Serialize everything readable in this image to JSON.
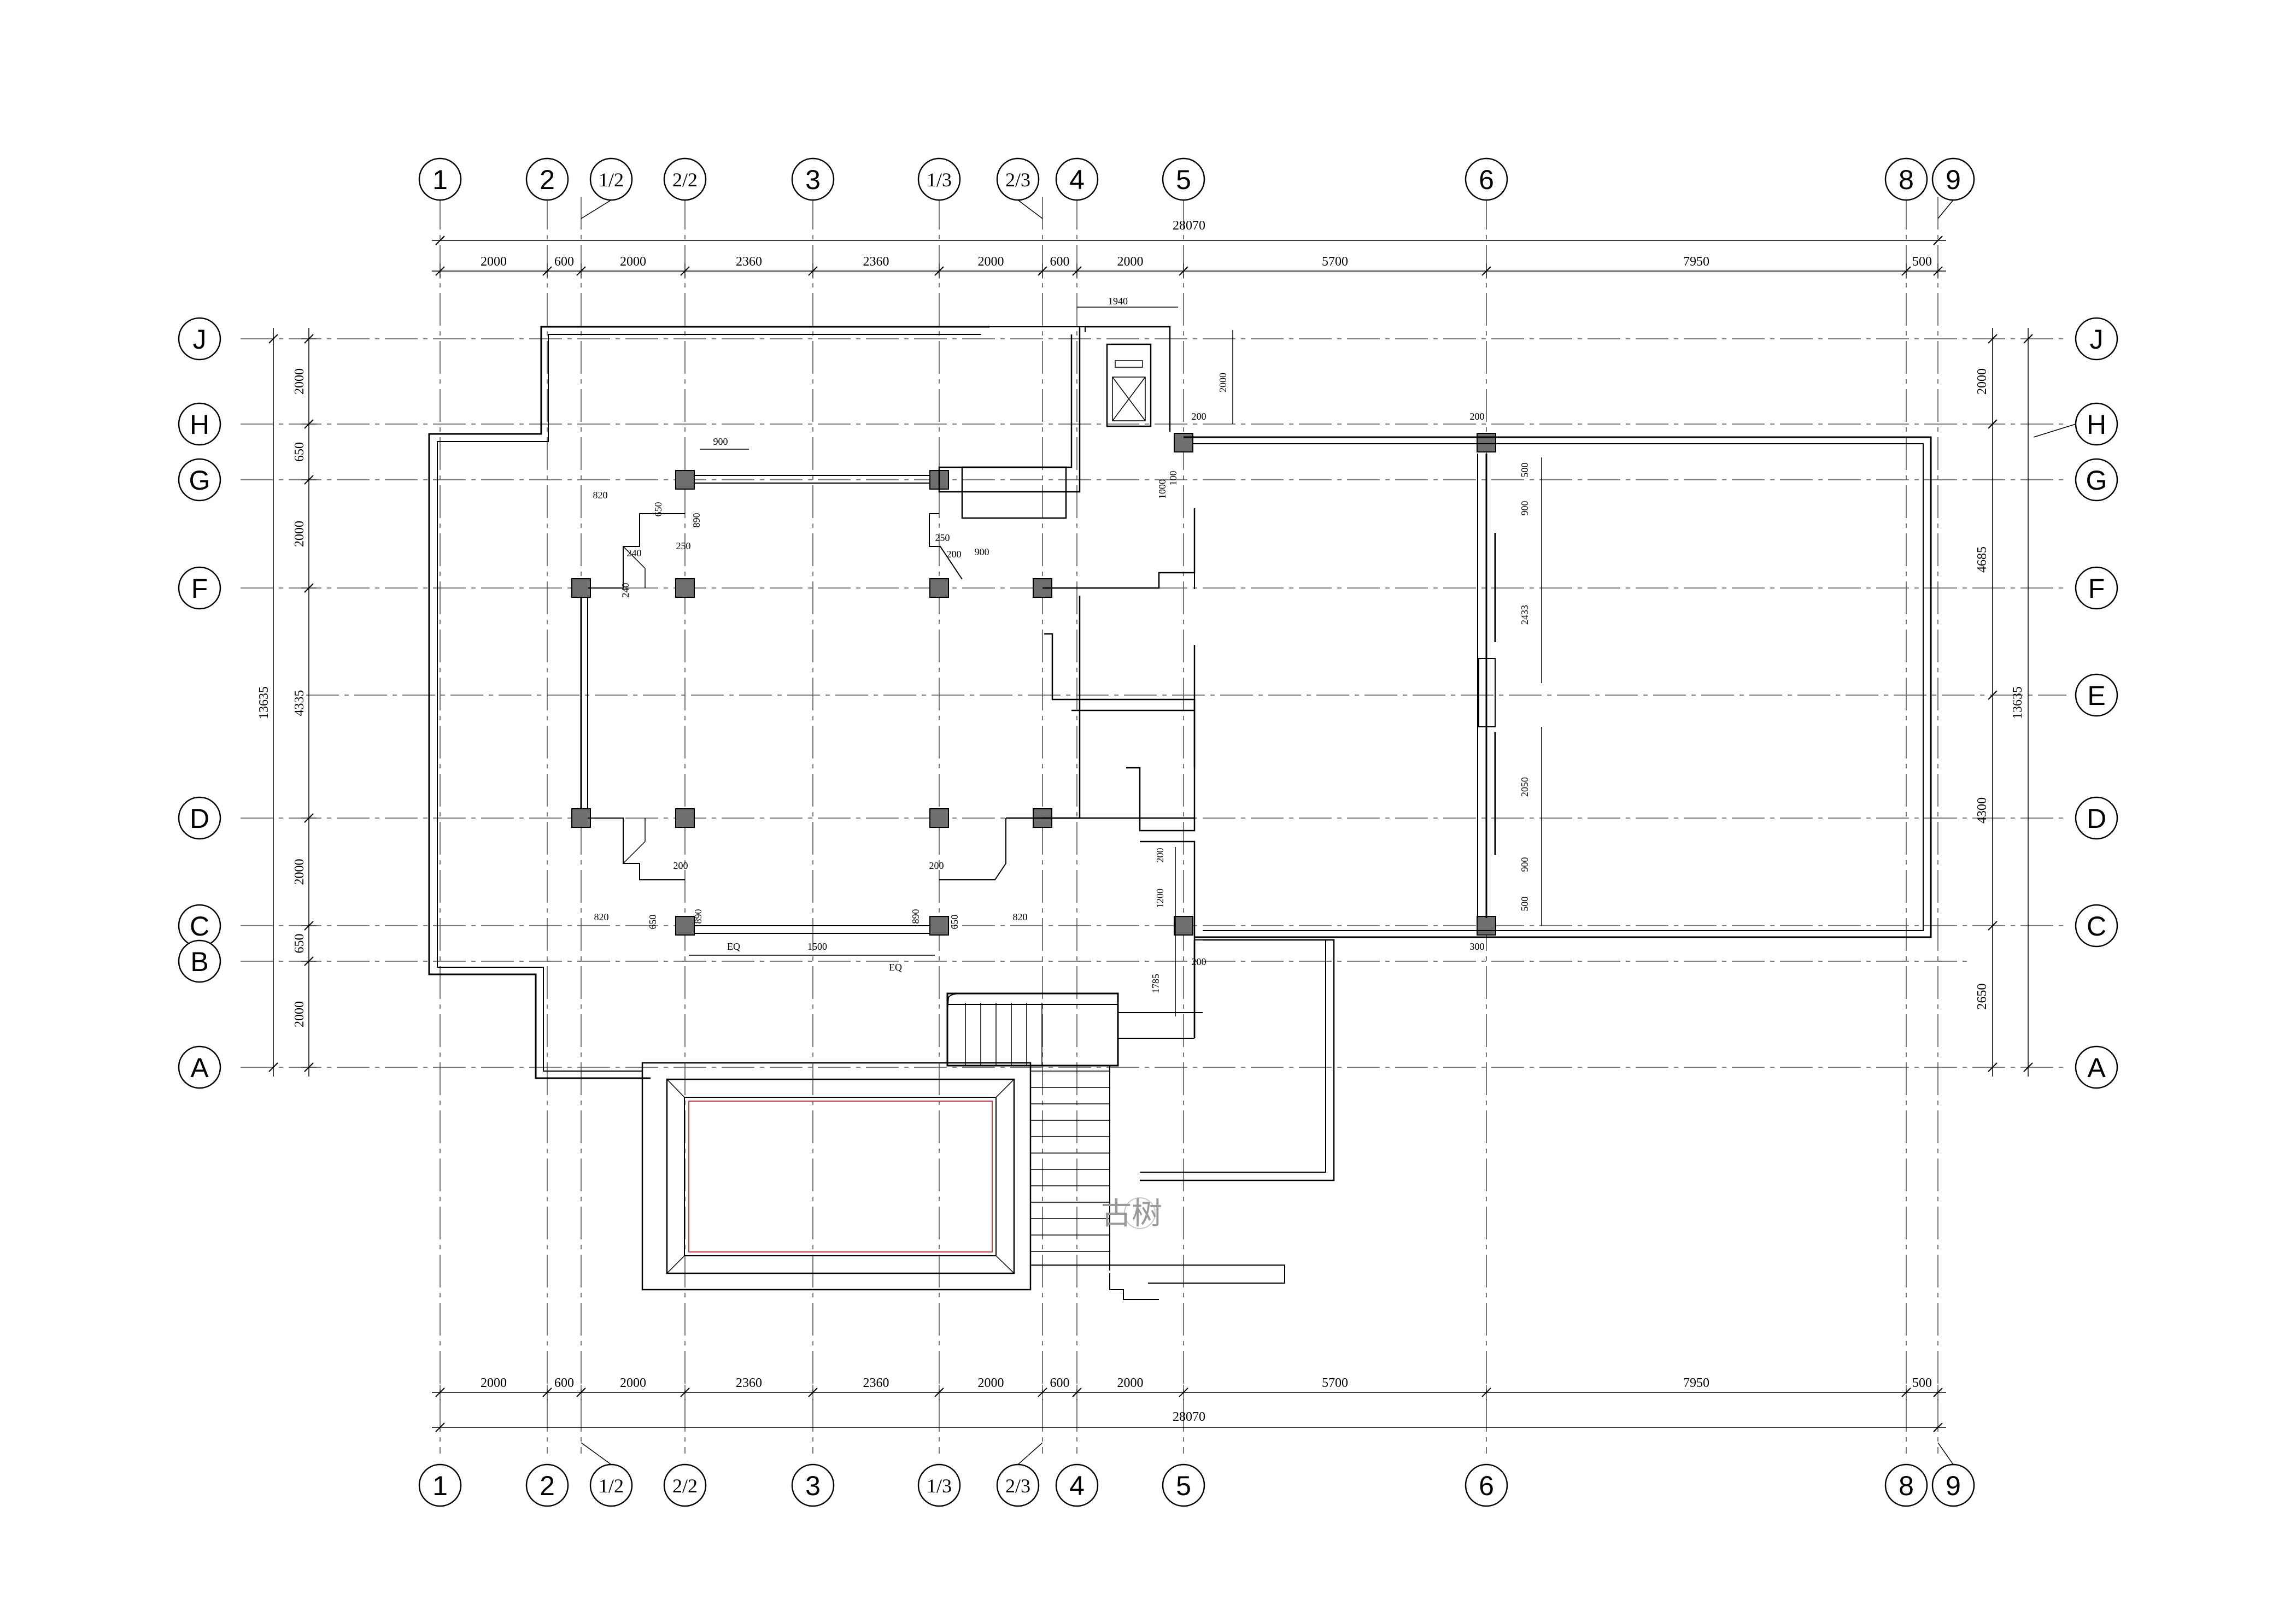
{
  "grid": {
    "columns": [
      "1",
      "2",
      "1/2",
      "2/2",
      "3",
      "1/3",
      "2/3",
      "4",
      "5",
      "6",
      "8",
      "9"
    ],
    "rows": [
      "J",
      "H",
      "G",
      "F",
      "E",
      "D",
      "C",
      "B",
      "A"
    ]
  },
  "dimensions": {
    "horizontal_segments": [
      "2000",
      "600",
      "2000",
      "2360",
      "2360",
      "2000",
      "600",
      "2000",
      "5700",
      "7950",
      "500"
    ],
    "horizontal_total": "28070",
    "left_segments": [
      "2000",
      "650",
      "2000",
      "4335",
      "2000",
      "650",
      "2000"
    ],
    "left_total": "13635",
    "right_segments": [
      "2000",
      "4685",
      "4300",
      "2650"
    ],
    "right_total": "13635",
    "interior": {
      "d1940": "1940",
      "d2000v": "2000",
      "d200a": "200",
      "d200b": "200",
      "d200c": "200",
      "d200d": "200",
      "d200e": "200",
      "d200f": "200",
      "d200g": "200",
      "d1000": "1000",
      "d100": "100",
      "d900a": "900",
      "d900b": "900",
      "d820a": "820",
      "d820b": "820",
      "d820c": "820",
      "d650a": "650",
      "d650b": "650",
      "d650c": "650",
      "d890a": "890",
      "d890b": "890",
      "d890c": "890",
      "d240a": "240",
      "d240b": "240",
      "d250a": "250",
      "d250b": "250",
      "d1500": "1500",
      "eq1": "EQ",
      "eq2": "EQ",
      "d500a": "500",
      "d500b": "500",
      "d900c": "900",
      "d900d": "900",
      "d2433": "2433",
      "d2050": "2050",
      "d1200": "1200",
      "d1785": "1785",
      "d300": "300"
    }
  },
  "watermark": "古树"
}
